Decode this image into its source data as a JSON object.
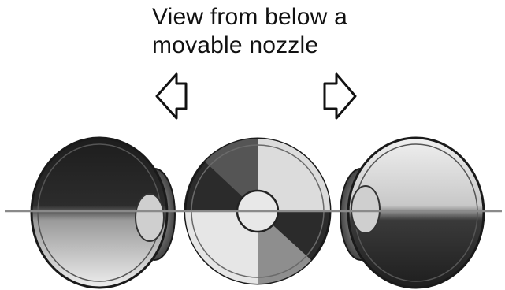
{
  "caption": {
    "line1": "View from below a",
    "line2": "movable nozzle"
  },
  "arrows": [
    {
      "name": "arrow-left-icon",
      "direction": "left"
    },
    {
      "name": "arrow-right-icon",
      "direction": "right"
    }
  ],
  "nozzle_views": [
    {
      "name": "nozzle-tilted-left",
      "orientation": "tilted-left"
    },
    {
      "name": "nozzle-centered",
      "orientation": "centered"
    },
    {
      "name": "nozzle-tilted-right",
      "orientation": "tilted-right"
    }
  ],
  "colors": {
    "ink": "#111111",
    "dark_shade": "#2a2a2a",
    "light_shade": "#e4e4e4",
    "axis_line": "#8a8a8a"
  }
}
